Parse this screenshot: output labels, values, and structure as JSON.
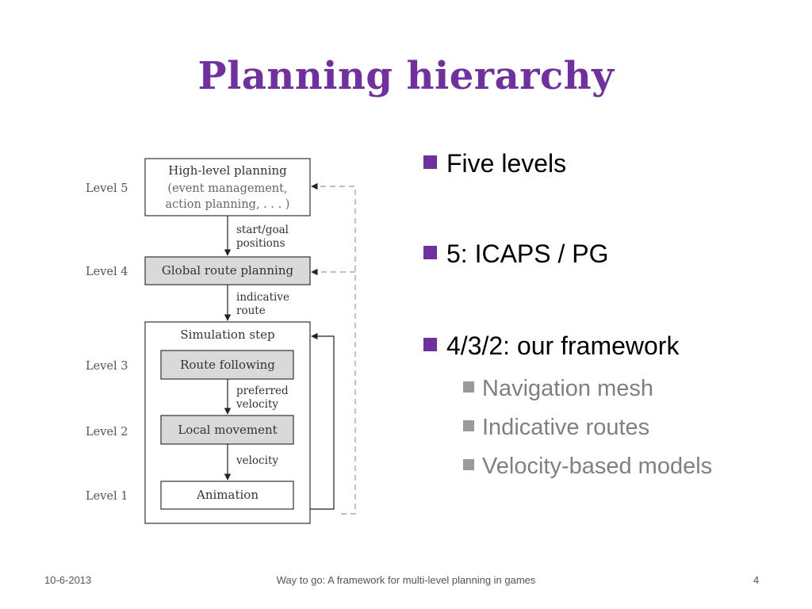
{
  "slide": {
    "title": "Planning hierarchy"
  },
  "diagram": {
    "levels": [
      "Level 5",
      "Level 4",
      "Level 3",
      "Level 2",
      "Level 1"
    ],
    "high_level": {
      "title": "High-level planning",
      "sub1": "(event management,",
      "sub2": "action planning, . . . )"
    },
    "global_route": "Global route planning",
    "simulation_step": "Simulation step",
    "route_following": "Route following",
    "local_movement": "Local movement",
    "animation": "Animation",
    "edges": {
      "start_goal_1": "start/goal",
      "start_goal_2": "positions",
      "indicative_1": "indicative",
      "indicative_2": "route",
      "preferred_1": "preferred",
      "preferred_2": "velocity",
      "velocity": "velocity"
    }
  },
  "bullets": [
    {
      "text": "Five levels"
    },
    {
      "text": "5: ICAPS / PG"
    },
    {
      "text": "4/3/2: our framework",
      "children": [
        "Navigation mesh",
        "Indicative routes",
        "Velocity-based models"
      ]
    }
  ],
  "footer": {
    "date": "10-6-2013",
    "center": "Way to go: A framework for multi-level planning in games",
    "page": "4"
  },
  "colors": {
    "title": "#7030a0",
    "bullet_square": "#7030a0",
    "sub_bullet_text": "#808080",
    "box_fill_grey": "#d9d9d9"
  }
}
